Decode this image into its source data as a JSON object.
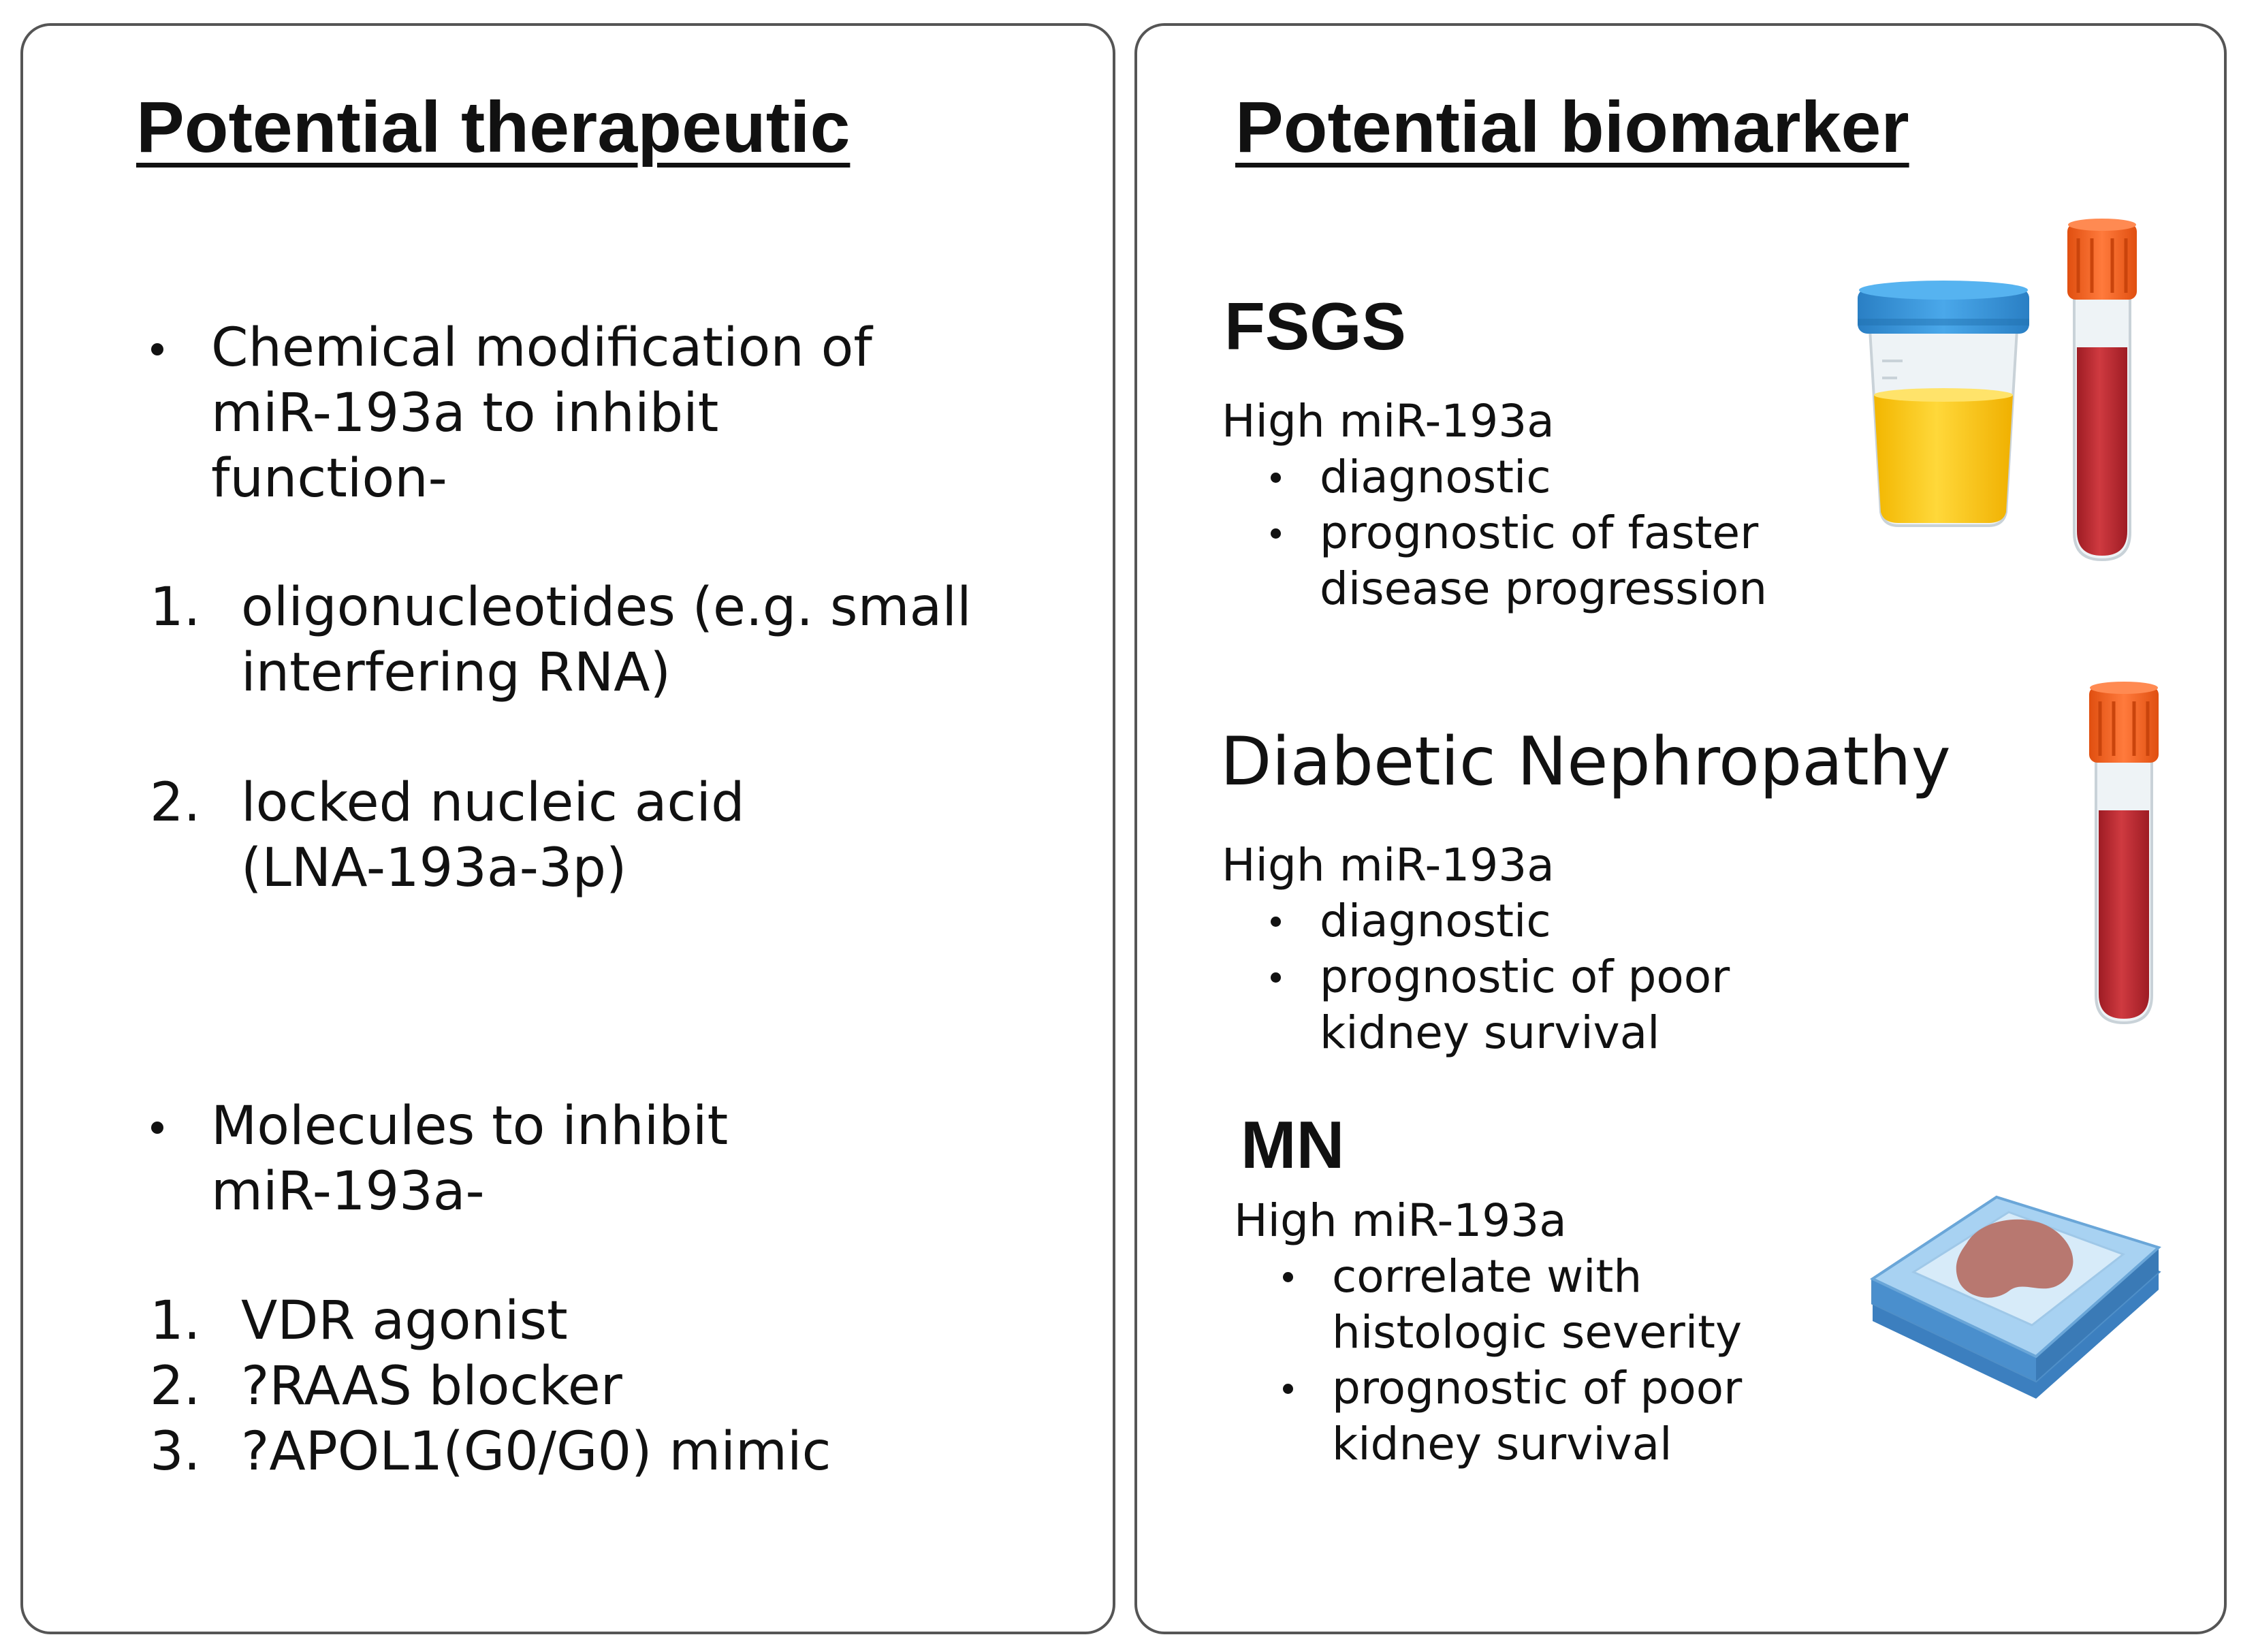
{
  "therapeutic": {
    "title": "Potential therapeutic",
    "group1": {
      "bullet": [
        "Chemical modification of",
        "miR-193a to inhibit",
        "function-"
      ],
      "items": [
        {
          "num": "1.",
          "lines": [
            "oligonucleotides (e.g. small",
            "interfering RNA)"
          ]
        },
        {
          "num": "2.",
          "lines": [
            "locked nucleic acid",
            "(LNA-193a-3p)"
          ]
        }
      ]
    },
    "group2": {
      "bullet": [
        "Molecules to inhibit",
        "miR-193a-"
      ],
      "items": [
        {
          "num": "1.",
          "lines": [
            "VDR agonist"
          ]
        },
        {
          "num": "2.",
          "lines": [
            "?RAAS blocker"
          ]
        },
        {
          "num": "3.",
          "lines": [
            "?APOL1(G0/G0) mimic"
          ]
        }
      ]
    }
  },
  "biomarker": {
    "title": "Potential biomarker",
    "fsgs": {
      "heading": "FSGS",
      "lead": "High miR-193a",
      "points": [
        "diagnostic",
        "prognostic of faster",
        "disease progression"
      ]
    },
    "dn": {
      "heading": "Diabetic Nephropathy",
      "lead": "High miR-193a",
      "points": [
        "diagnostic",
        "prognostic of poor",
        "kidney survival"
      ]
    },
    "mn": {
      "heading": "MN",
      "lead": "High miR-193a",
      "points": [
        "correlate with",
        "histologic severity",
        "prognostic of poor",
        "kidney survival"
      ]
    }
  },
  "icons": {
    "urine_cup": "urine-sample-cup-icon",
    "blood_tube": "blood-sample-tube-icon",
    "biopsy_slide": "kidney-biopsy-slide-icon"
  },
  "colors": {
    "border": "#555555",
    "urine": "#f7c600",
    "cap_blue": "#2f8fd6",
    "tube_cap": "#ee5b1a",
    "blood": "#b5262d",
    "slide": "#6fa9d8",
    "tissue": "#b97a72"
  }
}
